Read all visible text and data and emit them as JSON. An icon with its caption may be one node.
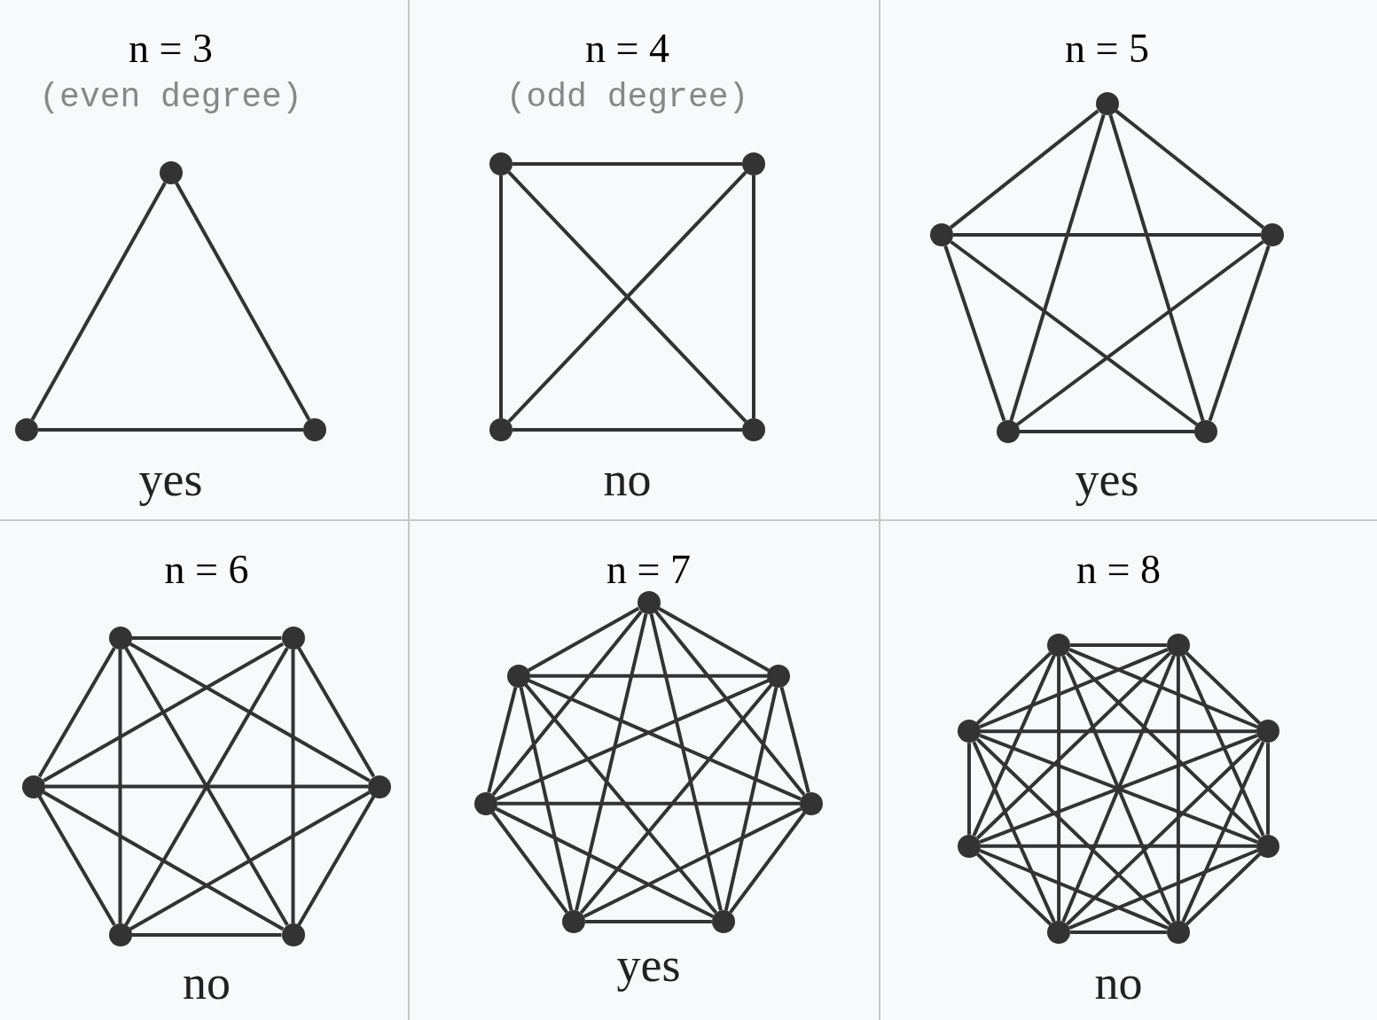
{
  "diagram": {
    "nodes": [
      {
        "text": [
          "n = 3",
          "(even degree)",
          "yes"
        ]
      },
      {
        "text": [],
        "shape": "circle",
        "in": 0
      },
      {
        "text": [],
        "shape": "circle",
        "in": 0
      },
      {
        "text": [],
        "shape": "circle",
        "in": 0
      },
      {
        "text": [
          "n = 4",
          "(odd degree)",
          "no"
        ]
      },
      {
        "text": [],
        "shape": "circle",
        "in": 4
      },
      {
        "text": [],
        "shape": "circle",
        "in": 4
      },
      {
        "text": [],
        "shape": "circle",
        "in": 4
      },
      {
        "text": [],
        "shape": "circle",
        "in": 4
      },
      {
        "text": [
          "n = 5",
          "yes"
        ]
      },
      {
        "text": [],
        "shape": "circle",
        "in": 9
      },
      {
        "text": [],
        "shape": "circle",
        "in": 9
      },
      {
        "text": [],
        "shape": "circle",
        "in": 9
      },
      {
        "text": [],
        "shape": "circle",
        "in": 9
      },
      {
        "text": [],
        "shape": "circle",
        "in": 9
      },
      {
        "text": [
          "n = 6",
          "no"
        ]
      },
      {
        "text": [],
        "shape": "circle",
        "in": 15
      },
      {
        "text": [],
        "shape": "circle",
        "in": 15
      },
      {
        "text": [],
        "shape": "circle",
        "in": 15
      },
      {
        "text": [],
        "shape": "circle",
        "in": 15
      },
      {
        "text": [],
        "shape": "circle",
        "in": 15
      },
      {
        "text": [],
        "shape": "circle",
        "in": 15
      },
      {
        "text": [
          "n = 7",
          "yes"
        ]
      },
      {
        "text": [],
        "shape": "circle",
        "in": 22
      },
      {
        "text": [],
        "shape": "circle",
        "in": 22
      },
      {
        "text": [],
        "shape": "circle",
        "in": 22
      },
      {
        "text": [],
        "shape": "circle",
        "in": 22
      },
      {
        "text": [],
        "shape": "circle",
        "in": 22
      },
      {
        "text": [],
        "shape": "circle",
        "in": 22
      },
      {
        "text": [],
        "shape": "circle",
        "in": 22
      },
      {
        "text": [
          "n = 8",
          "no"
        ]
      },
      {
        "text": [],
        "shape": "circle",
        "in": 30
      },
      {
        "text": [],
        "shape": "circle",
        "in": 30
      },
      {
        "text": [],
        "shape": "circle",
        "in": 30
      },
      {
        "text": [],
        "shape": "circle",
        "in": 30
      },
      {
        "text": [],
        "shape": "circle",
        "in": 30
      },
      {
        "text": [],
        "shape": "circle",
        "in": 30
      },
      {
        "text": [],
        "shape": "circle",
        "in": 30
      },
      {
        "text": [],
        "shape": "circle",
        "in": 30
      }
    ],
    "edges": [
      {
        "from": 1,
        "to": 2,
        "arrow": "none"
      },
      {
        "from": 1,
        "to": 3,
        "arrow": "none"
      },
      {
        "from": 2,
        "to": 3,
        "arrow": "none"
      },
      {
        "from": 5,
        "to": 6,
        "arrow": "none"
      },
      {
        "from": 5,
        "to": 7,
        "arrow": "none"
      },
      {
        "from": 5,
        "to": 8,
        "arrow": "none"
      },
      {
        "from": 6,
        "to": 7,
        "arrow": "none"
      },
      {
        "from": 6,
        "to": 8,
        "arrow": "none"
      },
      {
        "from": 7,
        "to": 8,
        "arrow": "none"
      },
      {
        "from": 10,
        "to": 11,
        "arrow": "none"
      },
      {
        "from": 10,
        "to": 12,
        "arrow": "none"
      },
      {
        "from": 10,
        "to": 13,
        "arrow": "none"
      },
      {
        "from": 10,
        "to": 14,
        "arrow": "none"
      },
      {
        "from": 11,
        "to": 12,
        "arrow": "none"
      },
      {
        "from": 11,
        "to": 13,
        "arrow": "none"
      },
      {
        "from": 11,
        "to": 14,
        "arrow": "none"
      },
      {
        "from": 12,
        "to": 13,
        "arrow": "none"
      },
      {
        "from": 12,
        "to": 14,
        "arrow": "none"
      },
      {
        "from": 13,
        "to": 14,
        "arrow": "none"
      },
      {
        "from": 16,
        "to": 17,
        "arrow": "none"
      },
      {
        "from": 16,
        "to": 18,
        "arrow": "none"
      },
      {
        "from": 16,
        "to": 19,
        "arrow": "none"
      },
      {
        "from": 16,
        "to": 20,
        "arrow": "none"
      },
      {
        "from": 16,
        "to": 21,
        "arrow": "none"
      },
      {
        "from": 17,
        "to": 18,
        "arrow": "none"
      },
      {
        "from": 17,
        "to": 19,
        "arrow": "none"
      },
      {
        "from": 17,
        "to": 20,
        "arrow": "none"
      },
      {
        "from": 17,
        "to": 21,
        "arrow": "none"
      },
      {
        "from": 18,
        "to": 19,
        "arrow": "none"
      },
      {
        "from": 18,
        "to": 20,
        "arrow": "none"
      },
      {
        "from": 18,
        "to": 21,
        "arrow": "none"
      },
      {
        "from": 19,
        "to": 20,
        "arrow": "none"
      },
      {
        "from": 19,
        "to": 21,
        "arrow": "none"
      },
      {
        "from": 20,
        "to": 21,
        "arrow": "none"
      },
      {
        "from": 23,
        "to": 24,
        "arrow": "none"
      },
      {
        "from": 23,
        "to": 25,
        "arrow": "none"
      },
      {
        "from": 23,
        "to": 26,
        "arrow": "none"
      },
      {
        "from": 23,
        "to": 27,
        "arrow": "none"
      },
      {
        "from": 23,
        "to": 28,
        "arrow": "none"
      },
      {
        "from": 23,
        "to": 29,
        "arrow": "none"
      },
      {
        "from": 24,
        "to": 25,
        "arrow": "none"
      },
      {
        "from": 24,
        "to": 26,
        "arrow": "none"
      },
      {
        "from": 24,
        "to": 27,
        "arrow": "none"
      },
      {
        "from": 24,
        "to": 28,
        "arrow": "none"
      },
      {
        "from": 24,
        "to": 29,
        "arrow": "none"
      },
      {
        "from": 25,
        "to": 26,
        "arrow": "none"
      },
      {
        "from": 25,
        "to": 27,
        "arrow": "none"
      },
      {
        "from": 25,
        "to": 28,
        "arrow": "none"
      },
      {
        "from": 25,
        "to": 29,
        "arrow": "none"
      },
      {
        "from": 26,
        "to": 27,
        "arrow": "none"
      },
      {
        "from": 26,
        "to": 28,
        "arrow": "none"
      },
      {
        "from": 26,
        "to": 29,
        "arrow": "none"
      },
      {
        "from": 27,
        "to": 28,
        "arrow": "none"
      },
      {
        "from": 27,
        "to": 29,
        "arrow": "none"
      },
      {
        "from": 28,
        "to": 29,
        "arrow": "none"
      },
      {
        "from": 31,
        "to": 32,
        "arrow": "none"
      },
      {
        "from": 31,
        "to": 33,
        "arrow": "none"
      },
      {
        "from": 31,
        "to": 34,
        "arrow": "none"
      },
      {
        "from": 31,
        "to": 35,
        "arrow": "none"
      },
      {
        "from": 31,
        "to": 36,
        "arrow": "none"
      },
      {
        "from": 31,
        "to": 37,
        "arrow": "none"
      },
      {
        "from": 31,
        "to": 38,
        "arrow": "none"
      },
      {
        "from": 32,
        "to": 33,
        "arrow": "none"
      },
      {
        "from": 32,
        "to": 34,
        "arrow": "none"
      },
      {
        "from": 32,
        "to": 35,
        "arrow": "none"
      },
      {
        "from": 32,
        "to": 36,
        "arrow": "none"
      },
      {
        "from": 32,
        "to": 37,
        "arrow": "none"
      },
      {
        "from": 32,
        "to": 38,
        "arrow": "none"
      },
      {
        "from": 33,
        "to": 34,
        "arrow": "none"
      },
      {
        "from": 33,
        "to": 35,
        "arrow": "none"
      },
      {
        "from": 33,
        "to": 36,
        "arrow": "none"
      },
      {
        "from": 33,
        "to": 37,
        "arrow": "none"
      },
      {
        "from": 33,
        "to": 38,
        "arrow": "none"
      },
      {
        "from": 34,
        "to": 35,
        "arrow": "none"
      },
      {
        "from": 34,
        "to": 36,
        "arrow": "none"
      },
      {
        "from": 34,
        "to": 37,
        "arrow": "none"
      },
      {
        "from": 34,
        "to": 38,
        "arrow": "none"
      },
      {
        "from": 35,
        "to": 36,
        "arrow": "none"
      },
      {
        "from": 35,
        "to": 37,
        "arrow": "none"
      },
      {
        "from": 35,
        "to": 38,
        "arrow": "none"
      },
      {
        "from": 36,
        "to": 37,
        "arrow": "none"
      },
      {
        "from": 36,
        "to": 38,
        "arrow": "none"
      },
      {
        "from": 37,
        "to": 38,
        "arrow": "none"
      }
    ]
  }
}
